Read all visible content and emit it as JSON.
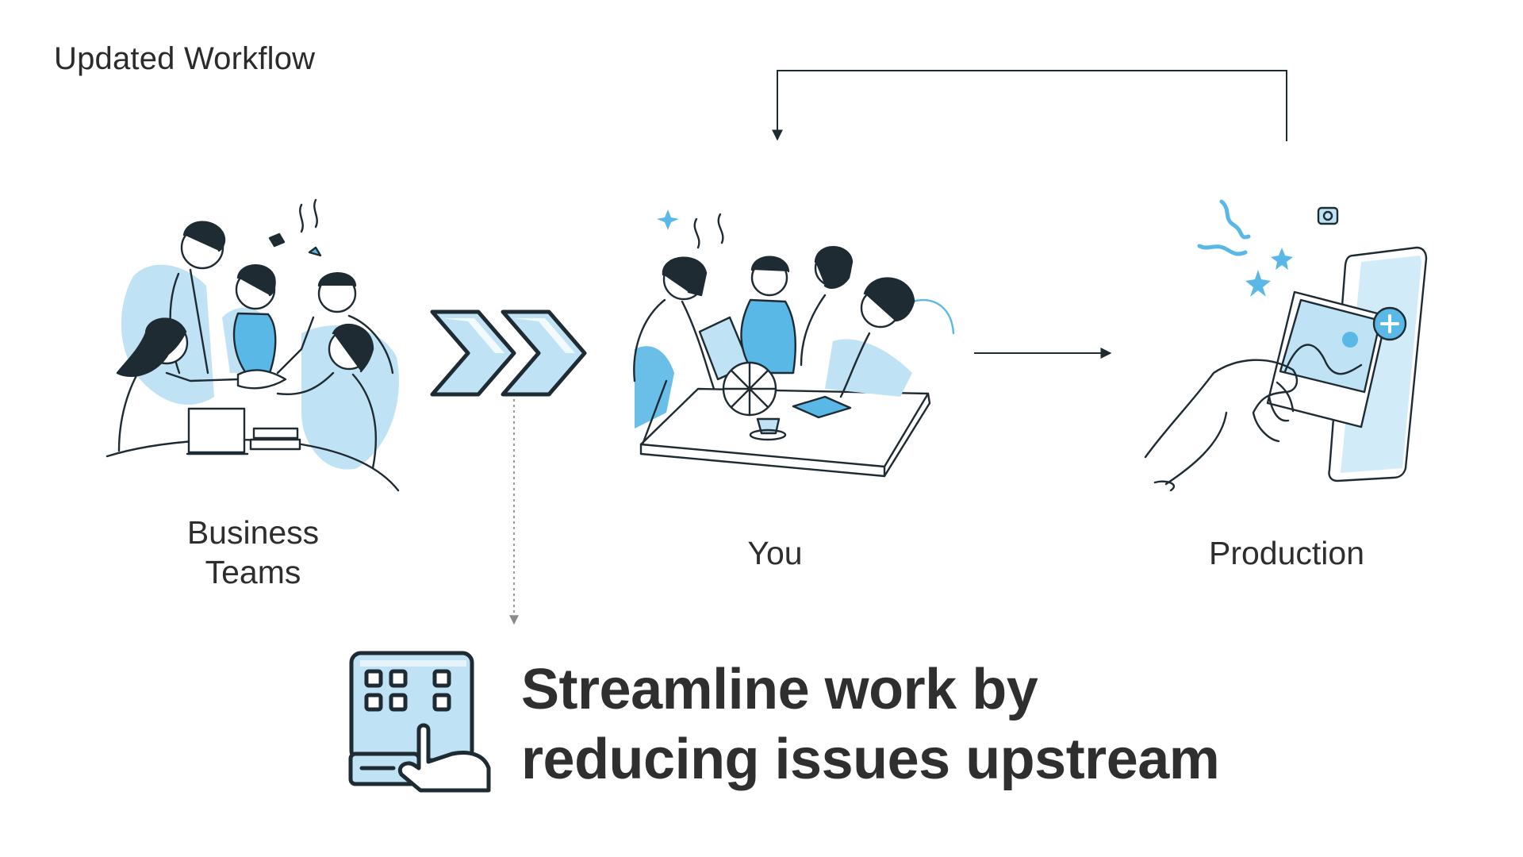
{
  "page": {
    "title": "Updated Workflow"
  },
  "nodes": {
    "business_teams": {
      "line1": "Business",
      "line2": "Teams"
    },
    "you": {
      "label": "You"
    },
    "production": {
      "label": "Production"
    }
  },
  "callout": {
    "line1": "Streamline work by",
    "line2": "reducing issues upstream"
  },
  "colors": {
    "accent_light": "#bfe3f5",
    "accent_mid": "#5ab8e6",
    "ink": "#1f2b33",
    "text": "#2b2b2b"
  },
  "icons": {
    "business": "team-collaboration-illustration",
    "you": "team-meeting-illustration",
    "production": "phone-image-illustration",
    "chevrons": "double-chevron-icon",
    "callout": "touch-dashboard-icon"
  }
}
